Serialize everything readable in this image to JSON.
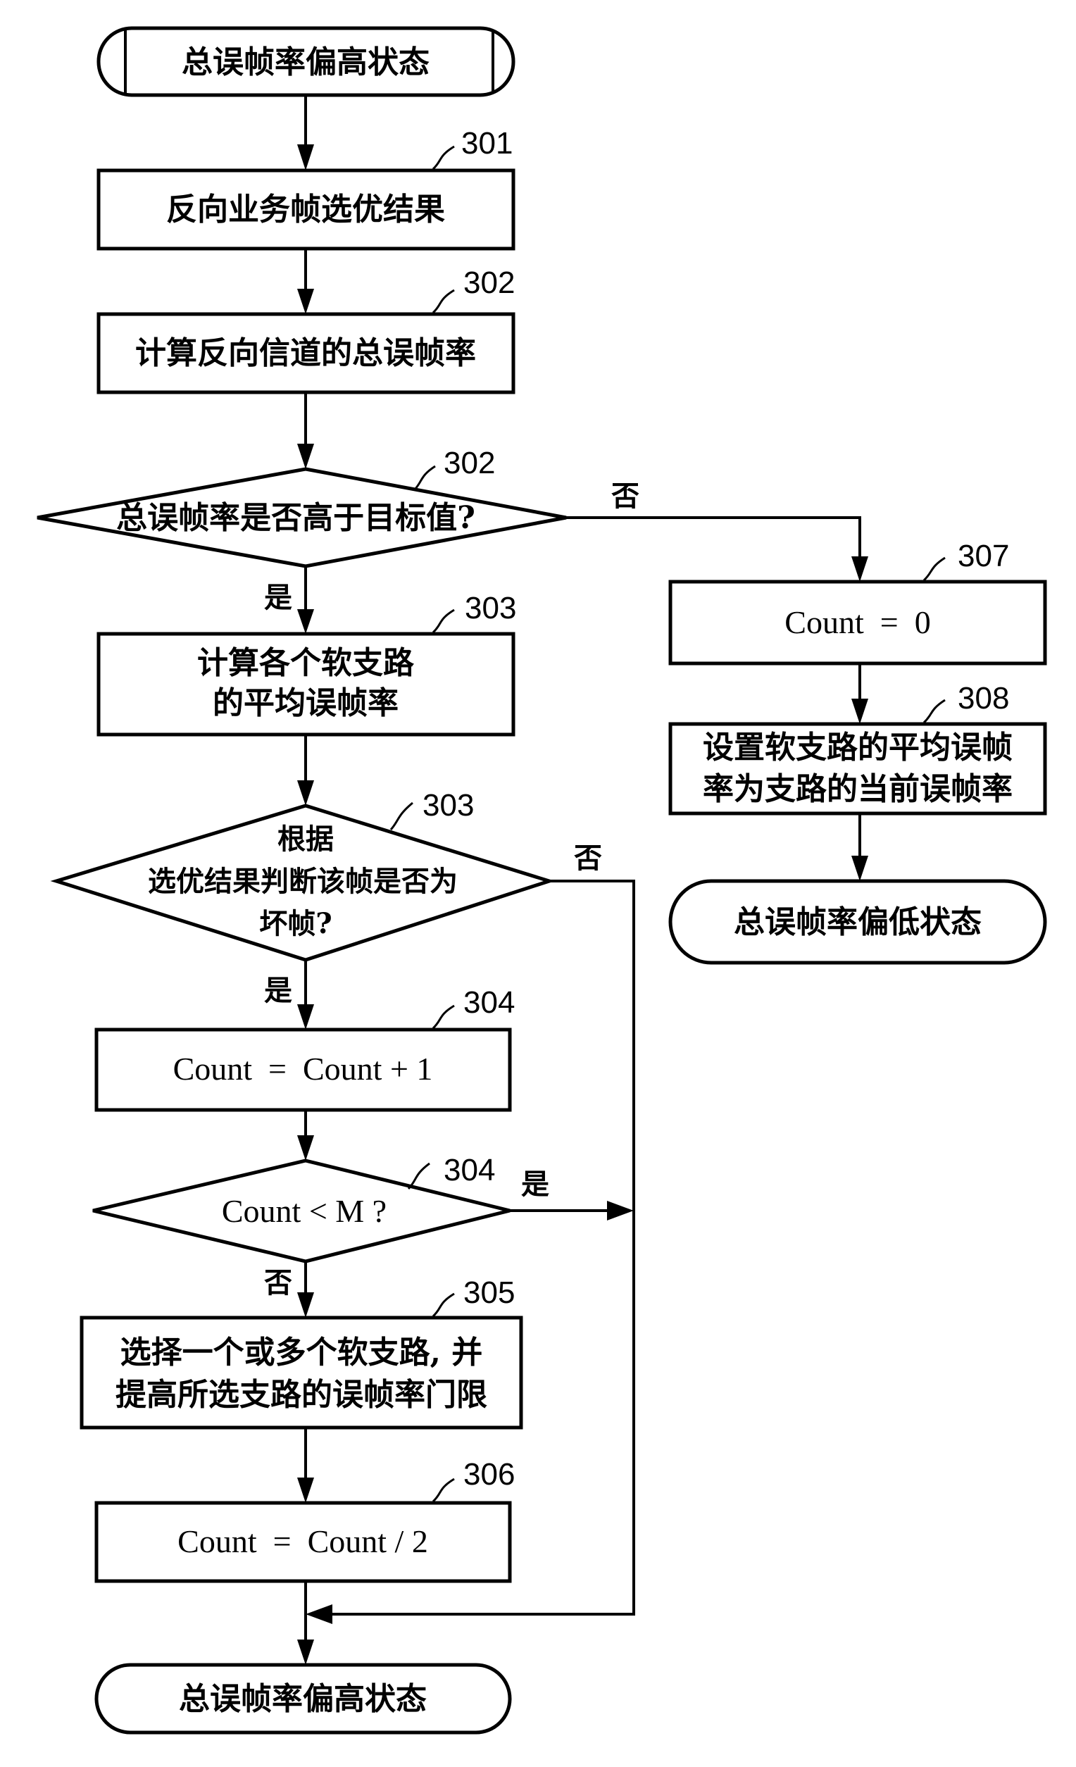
{
  "diagram": {
    "nodes": {
      "start": {
        "text": "总误帧率偏高状态"
      },
      "n301": {
        "ref": "301",
        "text": "反向业务帧选优结果"
      },
      "n302a": {
        "ref": "302",
        "text": "计算反向信道的总误帧率"
      },
      "n302b": {
        "ref": "302",
        "text": "总误帧率是否高于目标值?"
      },
      "n303a": {
        "ref": "303",
        "lines": [
          "计算各个软支路",
          "的平均误帧率"
        ]
      },
      "n303b": {
        "ref": "303",
        "lines": [
          "根据",
          "选优结果判断该帧是否为",
          "坏帧?"
        ]
      },
      "n304a": {
        "ref": "304",
        "text": "Count  =  Count + 1"
      },
      "n304b": {
        "ref": "304",
        "text": "Count < M ?"
      },
      "n305": {
        "ref": "305",
        "lines": [
          "选择一个或多个软支路, 并",
          "提高所选支路的误帧率门限"
        ]
      },
      "n306": {
        "ref": "306",
        "text": "Count  =  Count / 2"
      },
      "n307": {
        "ref": "307",
        "text": "Count  =  0"
      },
      "n308": {
        "ref": "308",
        "lines": [
          "设置软支路的平均误帧",
          "率为支路的当前误帧率"
        ]
      },
      "end_low": {
        "text": "总误帧率偏低状态"
      },
      "end_high": {
        "text": "总误帧率偏高状态"
      }
    },
    "edge_labels": {
      "d302_no": "否",
      "d302_yes": "是",
      "d303_no": "否",
      "d303_yes": "是",
      "d304_yes": "是",
      "d304_no": "否"
    }
  }
}
